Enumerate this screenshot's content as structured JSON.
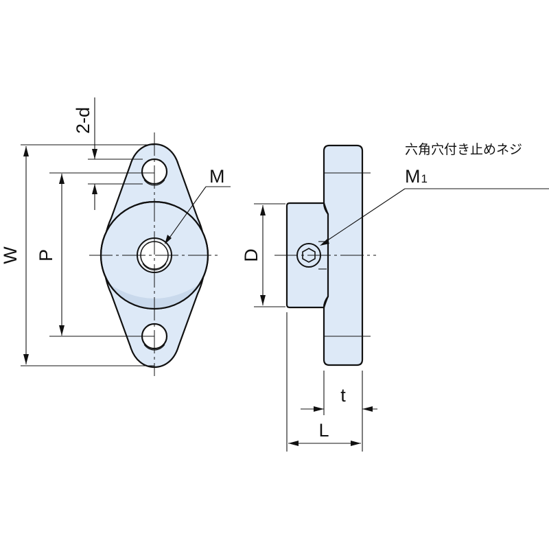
{
  "labels": {
    "hole_dia": "2-d",
    "overall_width": "W",
    "pitch": "P",
    "thread": "M",
    "diameter": "D",
    "setscrew_desc": "六角穴付き止めネジ",
    "setscrew_thread": "M",
    "setscrew_subscript": "1",
    "thickness": "t",
    "length": "L"
  },
  "colors": {
    "part_fill": "#dde9f7",
    "line": "#111111"
  }
}
